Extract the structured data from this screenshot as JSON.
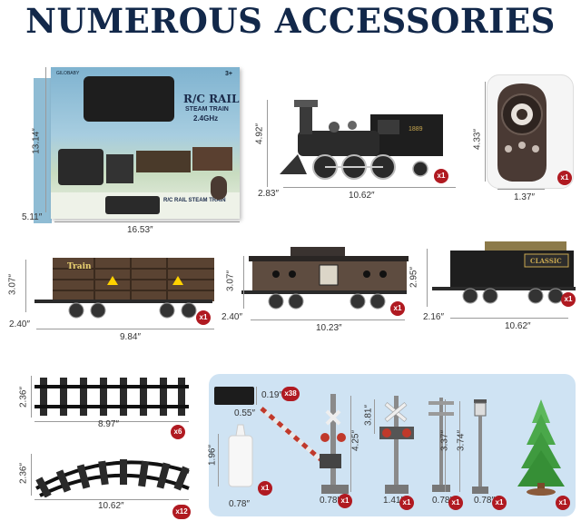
{
  "title": "NUMEROUS ACCESSORIES",
  "colors": {
    "title": "#12284a",
    "badge": "#b01a21",
    "panel": "#cfe3f3"
  },
  "box": {
    "brand": "GILOBABY",
    "age": "3+",
    "heading": "R/C RAIL",
    "subheading": "STEAM TRAIN",
    "freq": "2.4GHz",
    "front_label": "R/C RAIL STEAM TRAIN",
    "height": "13.14″",
    "depth": "5.11″",
    "width": "16.53″"
  },
  "locomotive": {
    "number": "1889",
    "height": "4.92″",
    "depth": "2.83″",
    "width": "10.62″",
    "qty": "x1"
  },
  "remote": {
    "height": "4.33″",
    "width": "1.37″",
    "qty": "x1"
  },
  "cattle_car": {
    "label": "Train",
    "height": "3.07″",
    "depth": "2.40″",
    "width": "9.84″",
    "qty": "x1"
  },
  "caboose": {
    "height": "3.07″",
    "depth": "2.40″",
    "width": "10.23″",
    "qty": "x1"
  },
  "tender": {
    "label": "CLASSIC",
    "height": "2.95″",
    "depth": "2.16″",
    "width": "10.62″",
    "qty": "x1"
  },
  "straight_track": {
    "height": "2.36″",
    "width": "8.97″",
    "qty": "x6"
  },
  "curved_track": {
    "height": "2.36″",
    "width": "10.62″",
    "qty": "x12"
  },
  "accessories": {
    "block": {
      "height": "0.19″",
      "width": "0.55″",
      "qty": "x38"
    },
    "bottle": {
      "height": "1.96″",
      "width": "0.78″",
      "qty": "x1"
    },
    "gate": {
      "height": "4.25″",
      "width": "0.78″",
      "qty": "x1"
    },
    "crossing": {
      "height": "3.81″",
      "width": "1.41″",
      "qty": "x1"
    },
    "pole": {
      "height": "3.37″",
      "width": "0.78″",
      "qty": "x1"
    },
    "lamp": {
      "height": "3.74″",
      "width": "0.78″",
      "qty": "x1"
    },
    "tree": {
      "qty": "x1"
    }
  }
}
